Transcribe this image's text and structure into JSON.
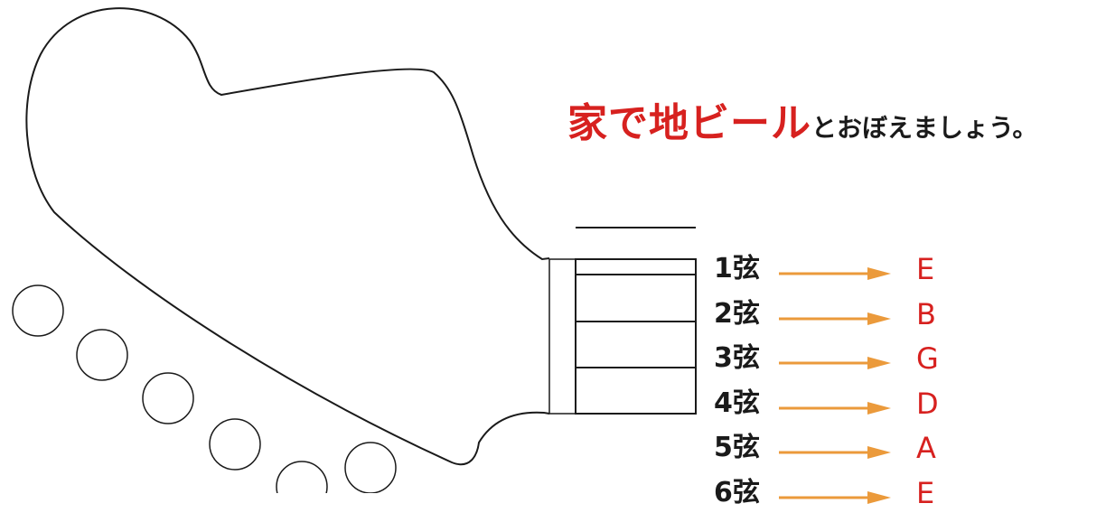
{
  "heading": {
    "mnemonic": "家で地ビール",
    "suffix": "とおぼえましょう。"
  },
  "strings": [
    {
      "label": "1弦",
      "note": "E"
    },
    {
      "label": "2弦",
      "note": "B"
    },
    {
      "label": "3弦",
      "note": "G"
    },
    {
      "label": "4弦",
      "note": "D"
    },
    {
      "label": "5弦",
      "note": "A"
    },
    {
      "label": "6弦",
      "note": "E"
    }
  ],
  "colors": {
    "accent_red": "#d7211f",
    "arrow_orange": "#eb9a3b",
    "outline": "#1a1a1a"
  },
  "icons": [
    "guitar-headstock-icon",
    "tuning-peg-icon",
    "arrow-right-icon"
  ]
}
